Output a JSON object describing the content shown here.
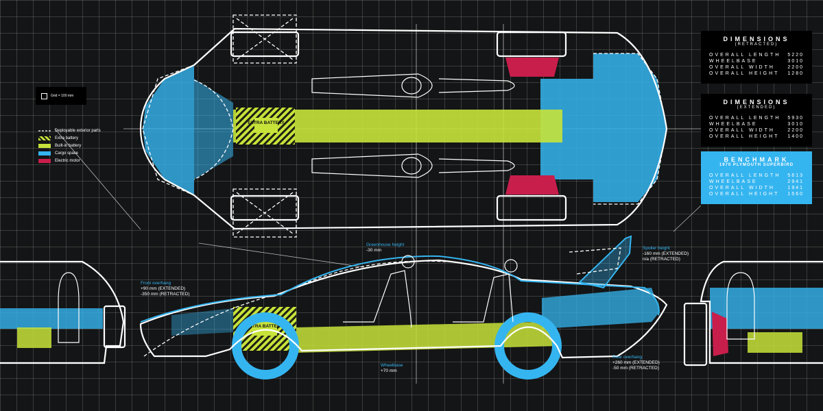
{
  "colors": {
    "background": "#141516",
    "cargo": "#35b5f0",
    "battery": "#c7e33a",
    "motor": "#c81e4b",
    "line": "#ffffff"
  },
  "grid_key": {
    "label": "Grid = 100 mm"
  },
  "legend": [
    {
      "label": "Deployable exterior parts",
      "swatch": "dashed-line"
    },
    {
      "label": "Extra battery",
      "swatch": "hatched-yellow"
    },
    {
      "label": "Built-in battery",
      "swatch": "green"
    },
    {
      "label": "Cargo space",
      "swatch": "blue"
    },
    {
      "label": "Electric motor",
      "swatch": "red"
    }
  ],
  "battery_label": "EXTRA BATTERY",
  "dimensions_retracted": {
    "title": "DIMENSIONS",
    "subtitle": "(RETRACTED)",
    "rows": [
      {
        "label": "OVERALL LENGTH",
        "value": "5220"
      },
      {
        "label": "WHEELBASE",
        "value": "3010"
      },
      {
        "label": "OVERALL WIDTH",
        "value": "2200"
      },
      {
        "label": "OVERALL HEIGHT",
        "value": "1280"
      }
    ]
  },
  "dimensions_extended": {
    "title": "DIMENSIONS",
    "subtitle": "(EXTENDED)",
    "rows": [
      {
        "label": "OVERALL LENGTH",
        "value": "5930"
      },
      {
        "label": "WHEELBASE",
        "value": "3010"
      },
      {
        "label": "OVERALL WIDTH",
        "value": "2200"
      },
      {
        "label": "OVERALL HEIGHT",
        "value": "1400"
      }
    ]
  },
  "benchmark": {
    "title": "BENCHMARK",
    "subtitle": "1970 PLYMOUTH SUPERBIRD",
    "rows": [
      {
        "label": "OVERALL LENGTH",
        "value": "5613"
      },
      {
        "label": "WHEELBASE",
        "value": "2941"
      },
      {
        "label": "OVERALL WIDTH",
        "value": "1941"
      },
      {
        "label": "OVERALL HEIGHT",
        "value": "1560"
      }
    ]
  },
  "annotations": {
    "greenhouse": {
      "title": "Greenhouse height",
      "lines": [
        "-30 mm"
      ]
    },
    "spoiler": {
      "title": "Spoiler height",
      "lines": [
        "-160 mm (EXTENDED)",
        "n/a (RETRACTED)"
      ]
    },
    "front_overhang": {
      "title": "Front overhang",
      "lines": [
        "+90 mm (EXTENDED)",
        "-350 mm (RETRACTED)"
      ]
    },
    "wheelbase": {
      "title": "Wheelbase",
      "lines": [
        "+70 mm"
      ]
    },
    "rear_overhang": {
      "title": "Rear overhang",
      "lines": [
        "+260 mm (EXTENDED)",
        "-50 mm (RETRACTED)"
      ]
    }
  }
}
